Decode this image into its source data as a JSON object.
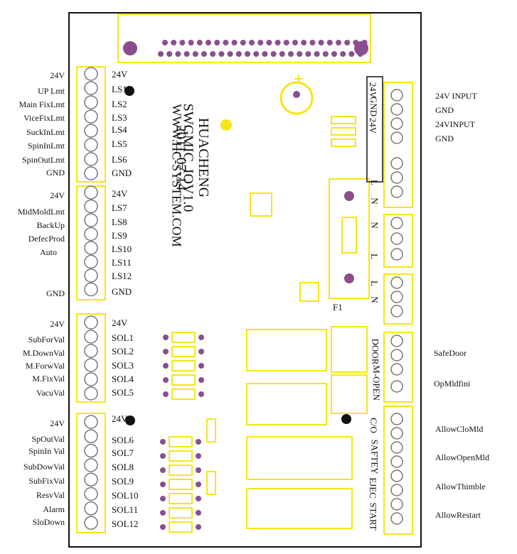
{
  "board": {
    "silk_text": [
      "HUACHENG",
      "2011-07-14",
      "SWGMIC_IOV1.0",
      "WWW.HC-SYSTEM.COM"
    ],
    "fuse_label": "F1"
  },
  "left_inputs_1": {
    "labels": [
      "24V",
      "UP Lmt",
      "Main FixLmt",
      "ViceFixLmt",
      "SuckInLmt",
      "SpinInLmt",
      "SpinOutLmt",
      "GND"
    ],
    "pins": [
      "24V",
      "LS1",
      "LS2",
      "LS3",
      "LS4",
      "LS5",
      "LS6",
      "GND"
    ]
  },
  "left_inputs_2": {
    "labels": [
      "24V",
      "MidMoldLmt",
      "BackUp",
      "DefecProd",
      "Auto",
      "GND"
    ],
    "pins": [
      "24V",
      "LS7",
      "LS8",
      "LS9",
      "LS10",
      "LS11",
      "LS12",
      "GND"
    ]
  },
  "left_outputs_1": {
    "labels": [
      "24V",
      "SubForVal",
      "M.DownVal",
      "M.ForwVal",
      "M.FixVal",
      "VacuVal"
    ],
    "pins": [
      "24V",
      "SOL1",
      "SOL2",
      "SOL3",
      "SOL4",
      "SOL5"
    ]
  },
  "left_outputs_2": {
    "labels": [
      "24V",
      "SpOutVal",
      "SpinIn Val",
      "SubDowVal",
      "SubFixVal",
      "ResvVal",
      "Alarm",
      "SloDown"
    ],
    "pins": [
      "24V",
      "SOL6",
      "SOL7",
      "SOL8",
      "SOL9",
      "SOL10",
      "SOL11",
      "SOL12"
    ]
  },
  "right_power": {
    "labels": [
      "24V INPUT",
      "GND",
      "24VINPUT",
      "GND"
    ],
    "pins": [
      "24V",
      "GND",
      "24V",
      "L",
      "N",
      "N",
      "L",
      "L",
      "N"
    ]
  },
  "right_signals_1": {
    "labels": [
      "SafeDoor",
      "OpMldfini"
    ],
    "pins": [
      "DOOR",
      "M-OPEN"
    ]
  },
  "right_signals_2": {
    "labels": [
      "AllowCloMld",
      "AllowOpenMld",
      "AllowThimble",
      "AllowRestart"
    ],
    "pins": [
      "C/O",
      "SAFTEY",
      "EJEC",
      "START"
    ]
  },
  "colors": {
    "outline": "#f5e619",
    "pad": "#8a4e8f",
    "pad_hole": "#ffffff",
    "frame": "#111111"
  }
}
